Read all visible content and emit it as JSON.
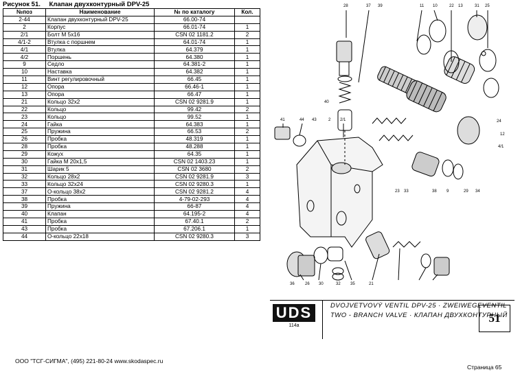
{
  "figure": {
    "number": "Рисунок 51.",
    "title": "Клапан двухконтурный DPV-25"
  },
  "table": {
    "headers": [
      "№поз",
      "Наименование",
      "№ по каталогу",
      "Кол."
    ],
    "rows": [
      [
        "2-44",
        "Клапан двухконтурный DPV-25",
        "66.00-74",
        ""
      ],
      [
        "2",
        "Корпус",
        "66.01-74",
        "1"
      ],
      [
        "2/1",
        "Болт М 5х16",
        "CSN 02 1181.2",
        "2"
      ],
      [
        "4/1-2",
        "Втулка с поршнем",
        "64.01-74",
        "1"
      ],
      [
        "4/1",
        "Втулка",
        "64.379",
        "1"
      ],
      [
        "4/2",
        "Поршень",
        "64.380",
        "1"
      ],
      [
        "9",
        "Седло",
        "64.381-2",
        "1"
      ],
      [
        "10",
        "Наставка",
        "64.382",
        "1"
      ],
      [
        "11",
        "Винт регулировочный",
        "66.45",
        "1"
      ],
      [
        "12",
        "Опора",
        "66.46-1",
        "1"
      ],
      [
        "13",
        "Опора",
        "66.47",
        "1"
      ],
      [
        "21",
        "Кольцо 32х2",
        "CSN 02 9281.9",
        "1"
      ],
      [
        "22",
        "Кольцо",
        "99.42",
        "2"
      ],
      [
        "23",
        "Кольцо",
        "99.52",
        "1"
      ],
      [
        "24",
        "Гайка",
        "64.383",
        "1"
      ],
      [
        "25",
        "Пружина",
        "66.53",
        "2"
      ],
      [
        "26",
        "Пробка",
        "48.319",
        "1"
      ],
      [
        "28",
        "Пробка",
        "48.288",
        "1"
      ],
      [
        "29",
        "Кожух",
        "64.35",
        "1"
      ],
      [
        "30",
        "Гайка М 20х1,5",
        "CSN 02 1403.23",
        "1"
      ],
      [
        "31",
        "Шарик 5",
        "CSN 02 3680",
        "2"
      ],
      [
        "32",
        "Кольцо 28х2",
        "CSN 02 9281.9",
        "3"
      ],
      [
        "33",
        "Кольцо 32х24",
        "CSN 02 9280.3",
        "1"
      ],
      [
        "37",
        "О-кольцо 38х2",
        "CSN 02 9281.2",
        "4"
      ],
      [
        "38",
        "Пробка",
        "4-79-02-293",
        "4"
      ],
      [
        "39",
        "Пружина",
        "66-87",
        "4"
      ],
      [
        "40",
        "Клапан",
        "64.195-2",
        "4"
      ],
      [
        "41",
        "Пробка",
        "67.40.1",
        "2"
      ],
      [
        "43",
        "Пробка",
        "67.206.1",
        "1"
      ],
      [
        "44",
        "О-кольцо 22х18",
        "CSN 02 9280.3",
        "3"
      ]
    ]
  },
  "drawing": {
    "callouts": [
      "28",
      "37",
      "39",
      "11",
      "10",
      "22",
      "13",
      "31",
      "25",
      "40",
      "44",
      "41",
      "43",
      "2",
      "2/1",
      "4/1",
      "38",
      "29",
      "12",
      "24",
      "23",
      "33",
      "9",
      "21",
      "26",
      "30",
      "32",
      "34",
      "36",
      "35"
    ],
    "title_block": {
      "logo_text": "UDS",
      "logo_code": "114a",
      "line1": "DVOJVETVOVÝ VENTIL DPV-25 · ZWEIWEGEVENTIL ·",
      "line2": "TWO - BRANCH VALVE · КЛАПАН ДВУХКОНТУРНЫЙ",
      "sheet_number": "51"
    }
  },
  "footer": {
    "company": "ООО \"ТСГ-СИГМА\", (495) 221-80-24 www.skodaspec.ru",
    "page": "Страница 65"
  }
}
